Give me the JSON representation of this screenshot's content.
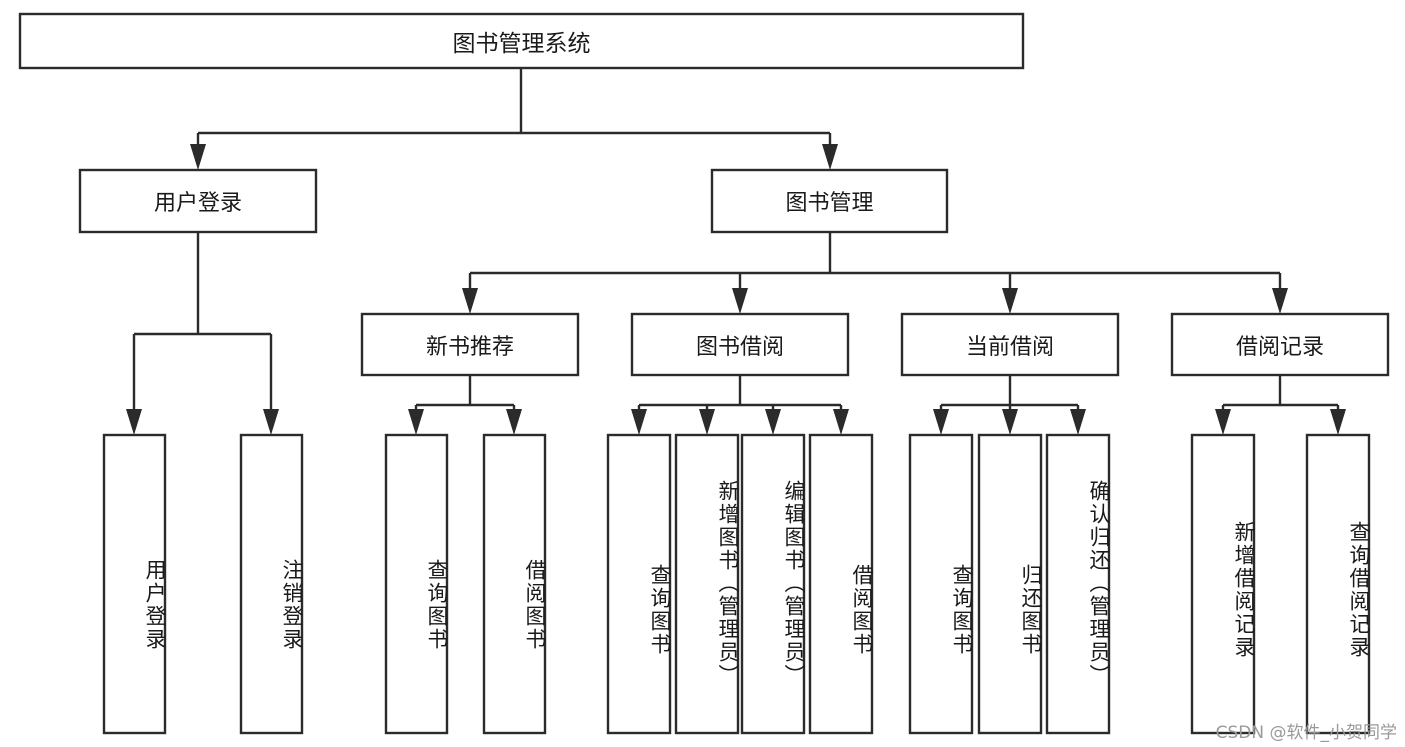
{
  "diagram": {
    "type": "tree-hierarchy",
    "title": "图书管理系统",
    "watermark": "CSDN @软件_小贺同学",
    "colors": {
      "background": "#ffffff",
      "stroke": "#2b2b2b",
      "box_fill": "#ffffff",
      "text": "#1a1a1a",
      "watermark": "#9a9a9a"
    },
    "root": {
      "id": "root",
      "label": "图书管理系统",
      "orientation": "horizontal"
    },
    "level2": [
      {
        "id": "user-login",
        "label": "用户登录",
        "orientation": "horizontal"
      },
      {
        "id": "book-manage",
        "label": "图书管理",
        "orientation": "horizontal"
      }
    ],
    "level3": [
      {
        "id": "new-book-recommend",
        "label": "新书推荐",
        "orientation": "horizontal",
        "parent": "book-manage"
      },
      {
        "id": "book-borrow",
        "label": "图书借阅",
        "orientation": "horizontal",
        "parent": "book-manage"
      },
      {
        "id": "current-borrow",
        "label": "当前借阅",
        "orientation": "horizontal",
        "parent": "book-manage"
      },
      {
        "id": "borrow-record",
        "label": "借阅记录",
        "orientation": "horizontal",
        "parent": "book-manage"
      }
    ],
    "leaves": [
      {
        "id": "leaf-user-login",
        "label": "用户登录",
        "parent": "user-login",
        "orientation": "vertical"
      },
      {
        "id": "leaf-logout-login",
        "label": "注销登录",
        "parent": "user-login",
        "orientation": "vertical"
      },
      {
        "id": "leaf-query-book-1",
        "label": "查询图书",
        "parent": "new-book-recommend",
        "orientation": "vertical"
      },
      {
        "id": "leaf-borrow-book-1",
        "label": "借阅图书",
        "parent": "new-book-recommend",
        "orientation": "vertical"
      },
      {
        "id": "leaf-query-book-2",
        "label": "查询图书",
        "parent": "book-borrow",
        "orientation": "vertical"
      },
      {
        "id": "leaf-add-book",
        "label": "新增图书（管理员）",
        "parent": "book-borrow",
        "orientation": "vertical"
      },
      {
        "id": "leaf-edit-book",
        "label": "编辑图书（管理员）",
        "parent": "book-borrow",
        "orientation": "vertical"
      },
      {
        "id": "leaf-borrow-book-2",
        "label": "借阅图书",
        "parent": "book-borrow",
        "orientation": "vertical"
      },
      {
        "id": "leaf-query-book-3",
        "label": "查询图书",
        "parent": "current-borrow",
        "orientation": "vertical"
      },
      {
        "id": "leaf-return-book",
        "label": "归还图书",
        "parent": "current-borrow",
        "orientation": "vertical"
      },
      {
        "id": "leaf-confirm-return",
        "label": "确认归还（管理员）",
        "parent": "current-borrow",
        "orientation": "vertical"
      },
      {
        "id": "leaf-add-record",
        "label": "新增借阅记录",
        "parent": "borrow-record",
        "orientation": "vertical"
      },
      {
        "id": "leaf-query-record",
        "label": "查询借阅记录",
        "parent": "borrow-record",
        "orientation": "vertical"
      }
    ]
  }
}
